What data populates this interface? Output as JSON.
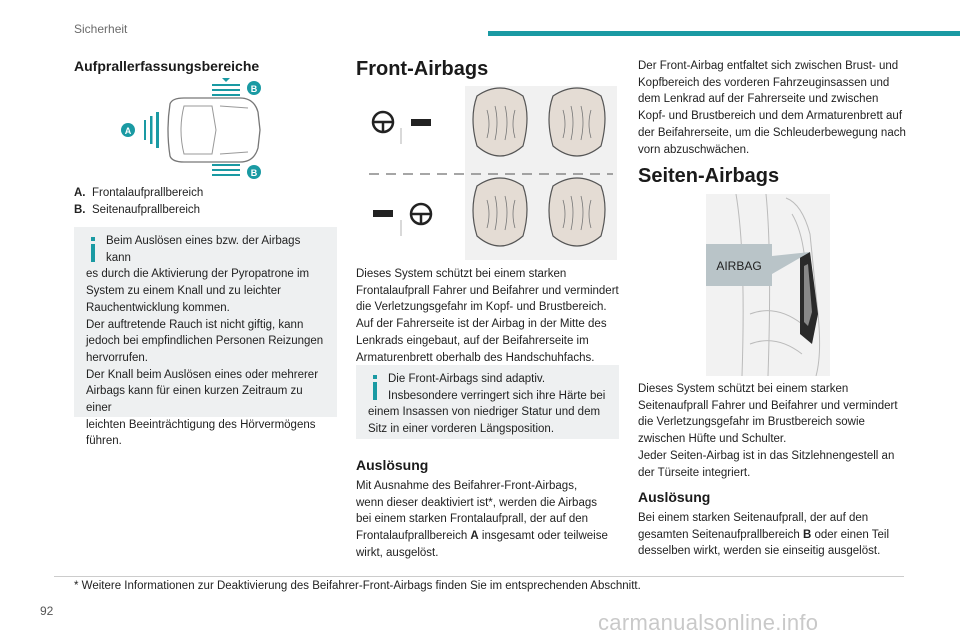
{
  "header": {
    "section_title": "Sicherheit",
    "accent_color": "#1a9aa3"
  },
  "page_number": "92",
  "left": {
    "heading": "Aufprallerfassungsbereiche",
    "figure_labels": {
      "a": "A",
      "b_top": "B",
      "b_bottom": "B"
    },
    "legend": [
      {
        "key": "A.",
        "text": "Frontalaufprallbereich"
      },
      {
        "key": "B.",
        "text": "Seitenaufprallbereich"
      }
    ],
    "note_lines": [
      "Beim Auslösen eines bzw. der Airbags kann",
      "es durch die Aktivierung der Pyropatrone im",
      "System zu einem Knall und zu leichter",
      "Rauchentwicklung kommen.",
      "Der auftretende Rauch ist nicht giftig, kann",
      "jedoch bei empfindlichen Personen Reizungen",
      "hervorrufen.",
      "Der Knall beim Auslösen eines oder mehrerer",
      "Airbags kann für einen kurzen Zeitraum zu einer",
      "leichten Beeinträchtigung des Hörvermögens",
      "führen."
    ]
  },
  "middle": {
    "heading": "Front-Airbags",
    "body_lines": [
      "Dieses System schützt bei einem starken",
      "Frontalaufprall Fahrer und Beifahrer und vermindert",
      "die Verletzungsgefahr im Kopf- und Brustbereich.",
      "Auf der Fahrerseite ist der Airbag in der Mitte des",
      "Lenkrads eingebaut, auf der Beifahrerseite im",
      "Armaturenbrett oberhalb des Handschuhfachs."
    ],
    "note_lines": [
      "Die Front-Airbags sind adaptiv.",
      "Insbesondere verringert sich ihre Härte bei",
      "einem Insassen von niedriger Statur und dem",
      "Sitz in einer vorderen Längsposition."
    ],
    "subheading": "Auslösung",
    "ausloesung_lines": [
      {
        "text": "Mit Ausnahme des Beifahrer-Front-Airbags,"
      },
      {
        "text": "wenn dieser deaktiviert ist*, werden die Airbags"
      },
      {
        "text": "bei einem starken Frontalaufprall, der auf den"
      },
      {
        "pre": "Frontalaufprallbereich ",
        "bold": "A",
        "post": " insgesamt oder teilweise"
      },
      {
        "text": "wirkt, ausgelöst."
      }
    ]
  },
  "right": {
    "intro_lines": [
      "Der Front-Airbag entfaltet sich zwischen Brust- und",
      "Kopfbereich des vorderen Fahrzeuginsassen und",
      "dem Lenkrad auf der Fahrerseite und zwischen",
      "Kopf- und Brustbereich und dem Armaturenbrett auf",
      "der Beifahrerseite, um die Schleuderbewegung nach",
      "vorn abzuschwächen."
    ],
    "heading": "Seiten-Airbags",
    "figure_label": "AIRBAG",
    "body_lines": [
      "Dieses System schützt bei einem starken",
      "Seitenaufprall Fahrer und Beifahrer und vermindert",
      "die Verletzungsgefahr im Brustbereich sowie",
      "zwischen Hüfte und Schulter.",
      "Jeder Seiten-Airbag ist in das Sitzlehnengestell an",
      "der Türseite integriert."
    ],
    "subheading": "Auslösung",
    "ausloesung_lines": [
      {
        "text": "Bei einem starken Seitenaufprall, der auf den"
      },
      {
        "pre": "gesamten Seitenaufprallbereich ",
        "bold": "B",
        "post": " oder einen Teil"
      },
      {
        "text": "desselben wirkt, werden sie einseitig ausgelöst."
      }
    ]
  },
  "footnote": "* Weitere Informationen zur Deaktivierung des Beifahrer-Front-Airbags finden Sie im entsprechenden Abschnitt.",
  "watermark": "carmanualsonline.info"
}
